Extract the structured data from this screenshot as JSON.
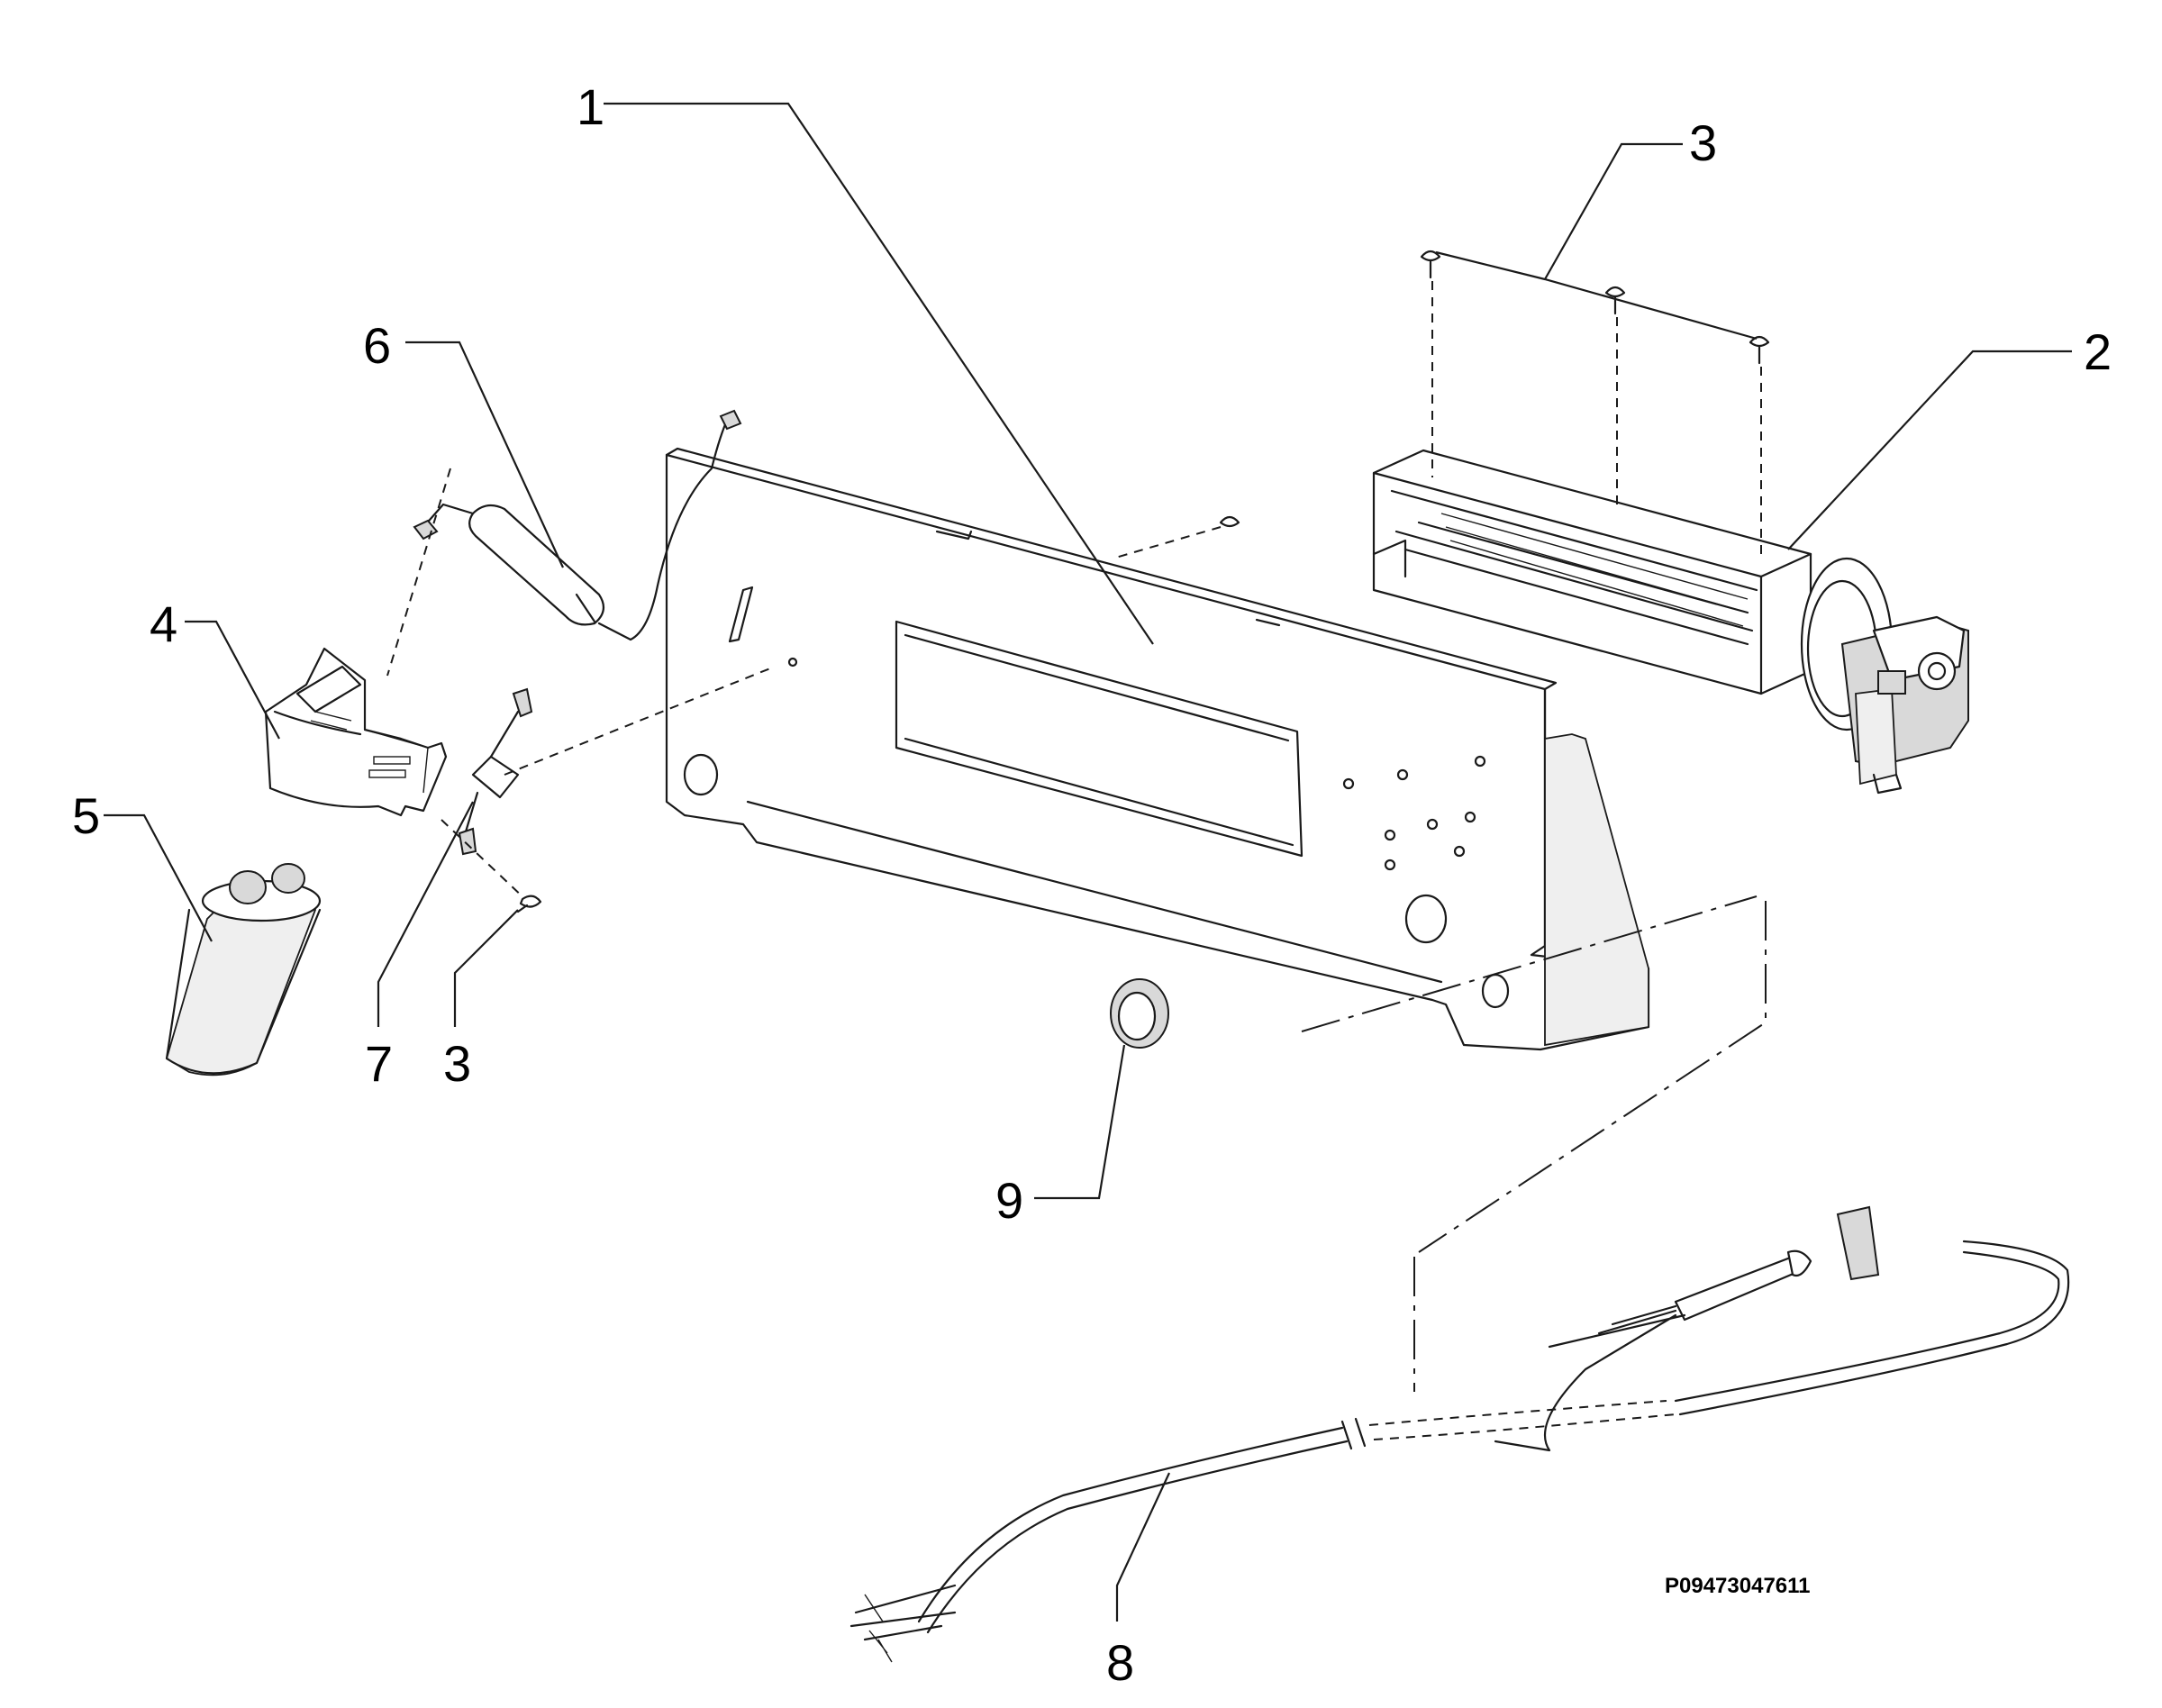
{
  "drawing_code": "P09473047611",
  "callouts": {
    "c1": "1",
    "c2": "2",
    "c3_top": "3",
    "c3_bottom": "3",
    "c4": "4",
    "c5": "5",
    "c6": "6",
    "c7": "7",
    "c8": "8",
    "c9": "9"
  }
}
